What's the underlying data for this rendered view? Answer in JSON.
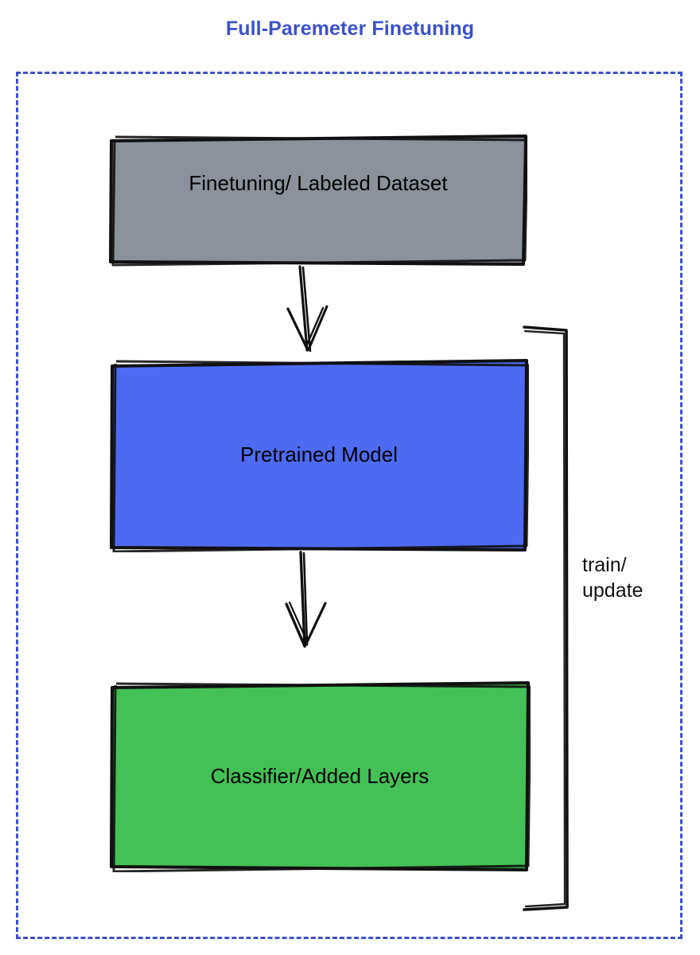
{
  "diagram": {
    "title": "Full-Paremeter Finetuning",
    "title_color": "#3b52cc",
    "frame": {
      "style": "dashed",
      "color": "#3b52cc"
    },
    "nodes": [
      {
        "id": "dataset",
        "label": "Finetuning/ Labeled Dataset",
        "fill": "#8b929b",
        "stroke": "#000000",
        "shape": "rectangle"
      },
      {
        "id": "pretrained",
        "label": "Pretrained Model",
        "fill": "#4d6af2",
        "stroke": "#000000",
        "shape": "rectangle"
      },
      {
        "id": "classifier",
        "label": "Classifier/Added Layers",
        "fill": "#44c156",
        "stroke": "#000000",
        "shape": "rectangle"
      }
    ],
    "edges": [
      {
        "id": "dataset-to-pretrained",
        "from": "dataset",
        "to": "pretrained",
        "label": "",
        "arrow": "down"
      },
      {
        "id": "pretrained-to-classifier",
        "from": "pretrained",
        "to": "classifier",
        "label": "",
        "arrow": "down"
      },
      {
        "id": "feedback-loop",
        "from": "classifier",
        "to": "pretrained",
        "label_line1": "train/",
        "label_line2": "update",
        "arrow": "none"
      }
    ]
  }
}
